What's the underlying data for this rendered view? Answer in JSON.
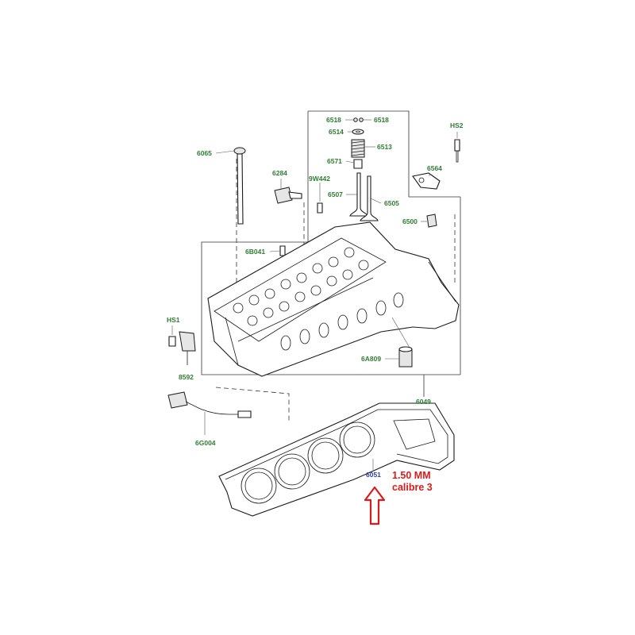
{
  "labels": {
    "p6518a": "6518",
    "p6518b": "6518",
    "p6514": "6514",
    "p6513": "6513",
    "p6571": "6571",
    "p6507": "6507",
    "p6505": "6505",
    "hs2": "HS2",
    "p6564": "6564",
    "p6500": "6500",
    "p6065": "6065",
    "p6284": "6284",
    "p9w442": "9W442",
    "p6b041": "6B041",
    "hs1": "HS1",
    "p8592": "8592",
    "p6a809": "6A809",
    "p6049": "6049",
    "p6g004": "6G004",
    "p6051": "6051"
  },
  "annotation": {
    "thickness": "1.50 MM",
    "grade": "calibre 3"
  },
  "colors": {
    "part_label": "#2e7d32",
    "highlight_label": "#2a3fa8",
    "annotation": "#d81b1b",
    "arrow": "#d81b1b"
  },
  "icons": [
    "up-arrow-icon"
  ]
}
